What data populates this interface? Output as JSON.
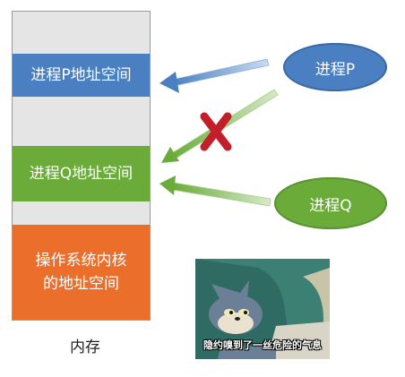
{
  "memory": {
    "process_p_space": "进程P地址空间",
    "process_q_space": "进程Q地址空间",
    "os_kernel_space_line1": "操作系统内核",
    "os_kernel_space_line2": "的地址空间",
    "label": "内存"
  },
  "processes": {
    "p": "进程P",
    "q": "进程Q"
  },
  "meme": {
    "caption": "隐约嗅到了一丝危险的气息"
  },
  "colors": {
    "process_p": "#4a7fc1",
    "process_q": "#6aab3a",
    "os_kernel": "#ec6e2b",
    "blocked_mark": "#c21f2a"
  }
}
